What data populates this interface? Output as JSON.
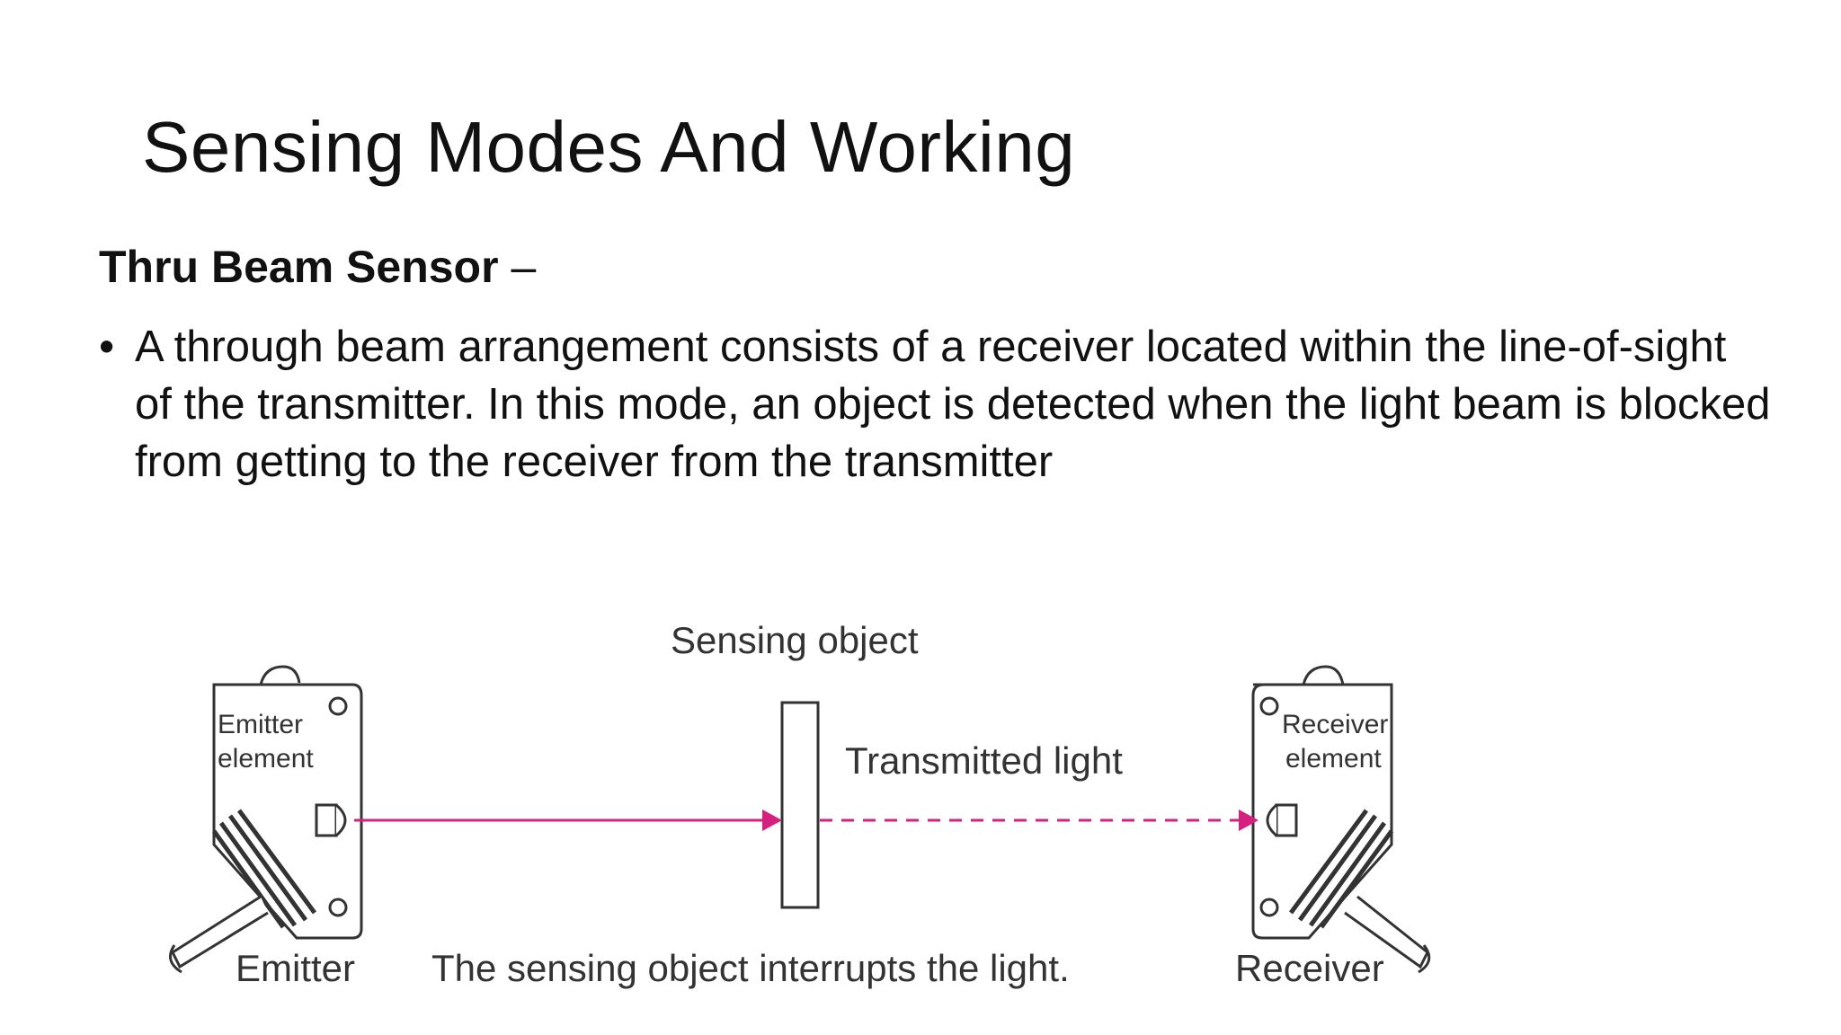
{
  "slide": {
    "title": "Sensing Modes And Working",
    "subheading": {
      "bold": "Thru Beam Sensor",
      "suffix": " –"
    },
    "bullets": [
      {
        "marker": "•",
        "text": " A through beam arrangement consists of a receiver located within the line-of-sight of the transmitter. In this mode, an object is detected when the light beam is blocked from getting to the receiver from the transmitter"
      }
    ]
  },
  "diagram": {
    "labels": {
      "sensing_object": "Sensing object",
      "emitter_element_1": "Emitter",
      "emitter_element_2": "element",
      "receiver_element_1": "Receiver",
      "receiver_element_2": "element",
      "transmitted_light": "Transmitted light",
      "emitter": "Emitter",
      "receiver": "Receiver",
      "caption": "The sensing object interrupts the light."
    },
    "colors": {
      "beam": "#d6207f",
      "line": "#333333"
    }
  }
}
